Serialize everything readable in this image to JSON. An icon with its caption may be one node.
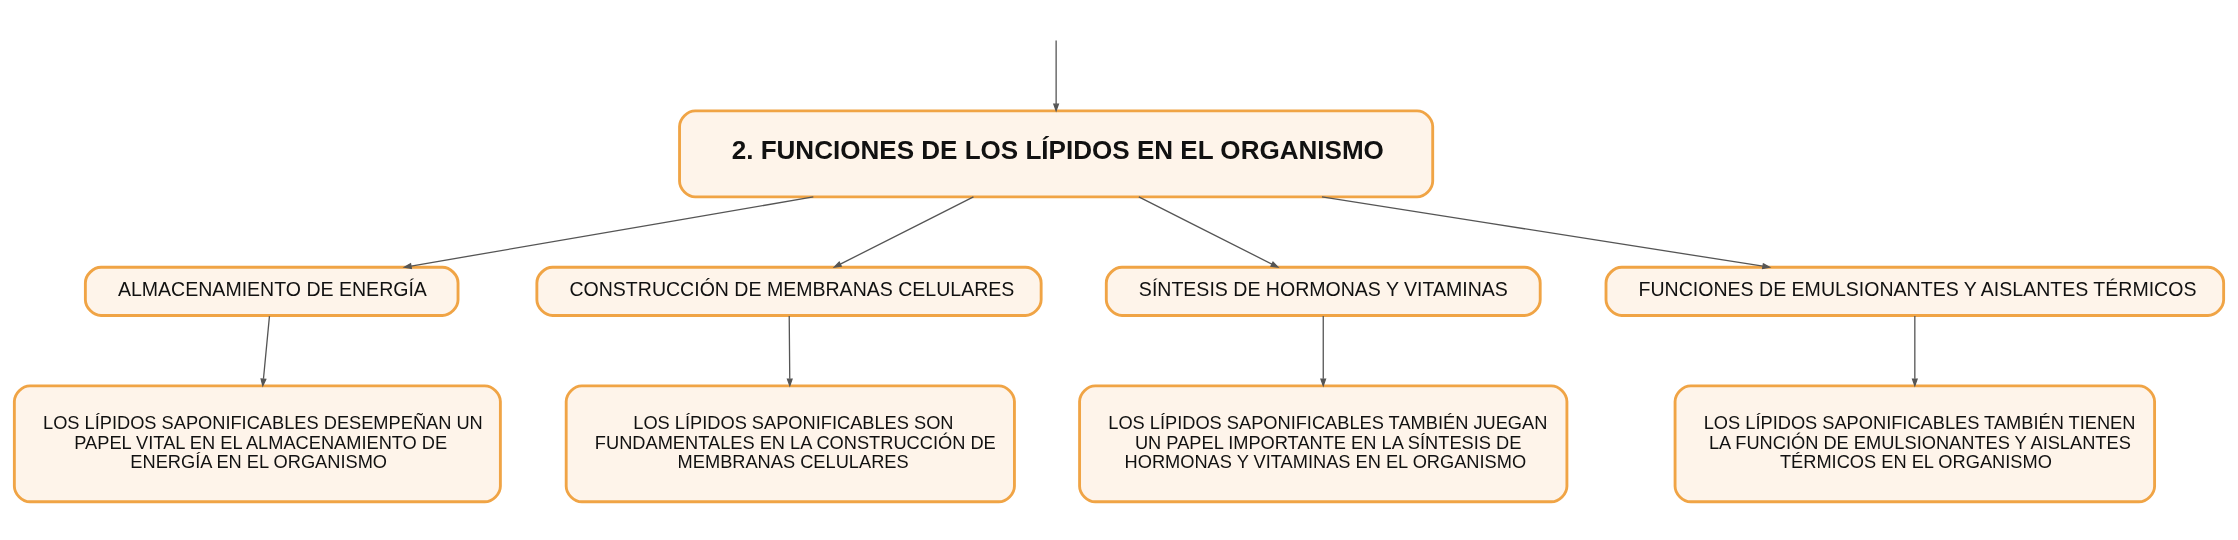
{
  "diagram": {
    "nodes": [
      {
        "text": [
          "2. FUNCIONES DE LOS LÍPIDOS EN EL ORGANISMO"
        ]
      },
      {
        "text": [
          "ALMACENAMIENTO DE ENERGÍA"
        ]
      },
      {
        "text": [
          "CONSTRUCCIÓN DE MEMBRANAS CELULARES"
        ]
      },
      {
        "text": [
          "SÍNTESIS DE HORMONAS Y VITAMINAS"
        ]
      },
      {
        "text": [
          "FUNCIONES DE EMULSIONANTES Y AISLANTES TÉRMICOS"
        ]
      },
      {
        "text": [
          "LOS LÍPIDOS SAPONIFICABLES DESEMPEÑAN UN PAPEL VITAL EN EL ALMACENAMIENTO DE ENERGÍA EN EL ORGANISMO"
        ]
      },
      {
        "text": [
          "LOS LÍPIDOS SAPONIFICABLES SON FUNDAMENTALES EN LA CONSTRUCCIÓN DE MEMBRANAS CELULARES"
        ]
      },
      {
        "text": [
          "LOS LÍPIDOS SAPONIFICABLES TAMBIÉN JUEGAN UN PAPEL IMPORTANTE EN LA SÍNTESIS DE HORMONAS Y VITAMINAS EN EL ORGANISMO"
        ]
      },
      {
        "text": [
          "LOS LÍPIDOS SAPONIFICABLES TAMBIÉN TIENEN LA FUNCIÓN DE EMULSIONANTES Y AISLANTES TÉRMICOS EN EL ORGANISMO"
        ]
      }
    ],
    "edges": [
      {
        "from": null,
        "to": 0,
        "arrow": "to"
      },
      {
        "from": 0,
        "to": 1,
        "arrow": "to"
      },
      {
        "from": 0,
        "to": 2,
        "arrow": "to"
      },
      {
        "from": 0,
        "to": 3,
        "arrow": "to"
      },
      {
        "from": 0,
        "to": 4,
        "arrow": "to"
      },
      {
        "from": 1,
        "to": 5,
        "arrow": "to"
      },
      {
        "from": 2,
        "to": 6,
        "arrow": "to"
      },
      {
        "from": 3,
        "to": 7,
        "arrow": "to"
      },
      {
        "from": 4,
        "to": 8,
        "arrow": "to"
      }
    ]
  }
}
